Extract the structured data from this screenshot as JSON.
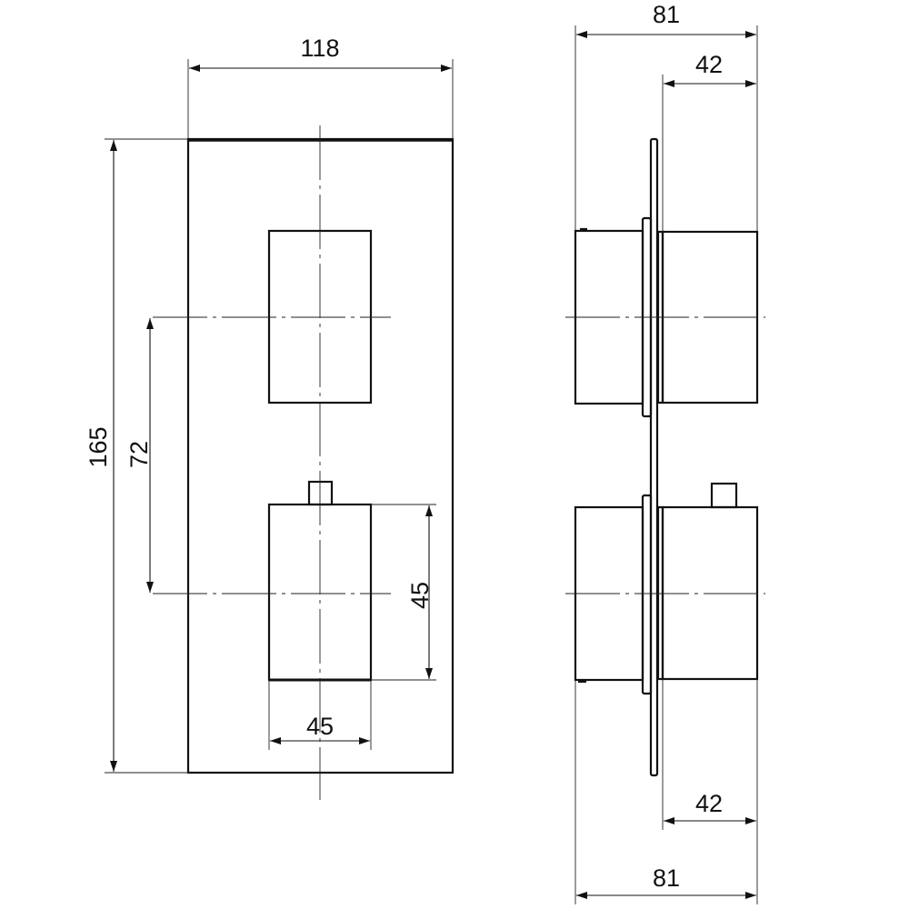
{
  "drawing": {
    "title": "Thermostatic shower valve plate dimensions",
    "front_view": {
      "width": "118",
      "height": "165",
      "knob_spacing": "72",
      "knob_height": "45",
      "knob_width": "45"
    },
    "side_view": {
      "depth_top": "81",
      "knob_depth_top": "42",
      "knob_depth_bottom": "42",
      "depth_bottom": "81"
    },
    "colors": {
      "line": "#111111",
      "background": "#ffffff"
    }
  }
}
